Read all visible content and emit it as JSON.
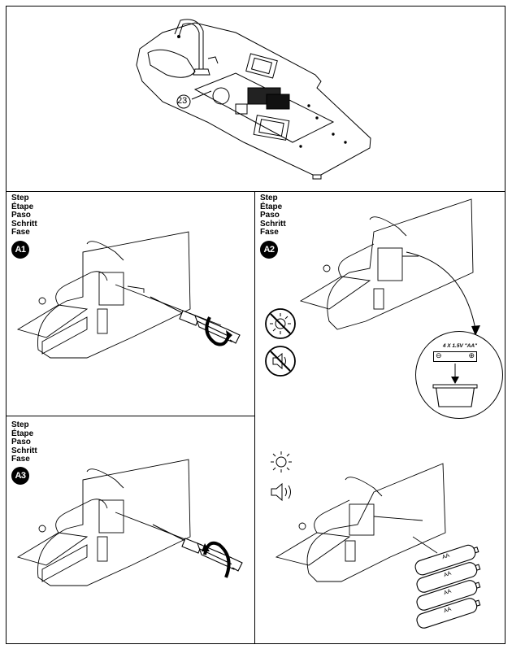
{
  "top_panel": {
    "callout_number": "23"
  },
  "step_words": [
    "Step",
    "Étape",
    "Paso",
    "Schritt",
    "Fase"
  ],
  "steps": [
    {
      "id": "A1"
    },
    {
      "id": "A2"
    },
    {
      "id": "A3"
    }
  ],
  "battery_box": {
    "label": "4 X 1.5V \"AA\"",
    "minus": "⊖",
    "plus": "⊕"
  },
  "batteries": {
    "cell_label": "AA",
    "count": 4
  },
  "icons": [
    "light-off-icon",
    "sound-off-icon",
    "light-on-icon",
    "sound-on-icon",
    "screwdriver-icon",
    "rotation-arrow-icon"
  ]
}
